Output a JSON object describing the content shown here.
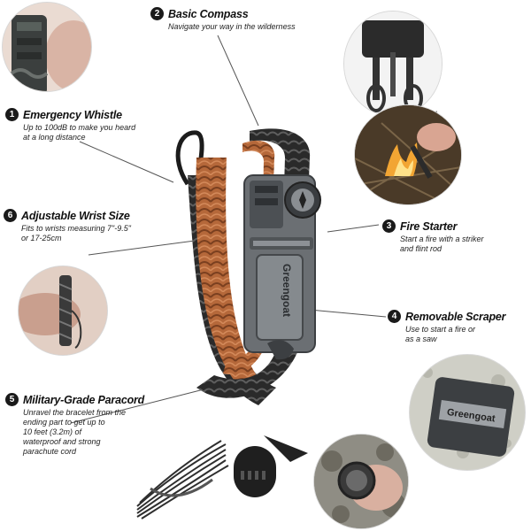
{
  "features": [
    {
      "id": "compass",
      "number": "2",
      "title": "Basic Compass",
      "desc": "Navigate your way in the wilderness"
    },
    {
      "id": "whistle",
      "number": "1",
      "title": "Emergency Whistle",
      "desc": "Up to 100dB to make you heard\nat a long distance"
    },
    {
      "id": "wrist",
      "number": "6",
      "title": "Adjustable Wrist Size",
      "desc": "Fits to wrists measuring 7\"-9.5\"\nor 17-25cm"
    },
    {
      "id": "fire",
      "number": "3",
      "title": "Fire Starter",
      "desc": "Start a fire with a striker\nand flint rod"
    },
    {
      "id": "scraper",
      "number": "4",
      "title": "Removable Scraper",
      "desc": "Use to start a fire or\nas a saw"
    },
    {
      "id": "paracord",
      "number": "5",
      "title": "Military-Grade Paracord",
      "desc": "Unravel the bracelet from the\nending part to get up to\n10 feet (3.2m) of\nwaterproof and strong\nparachute cord"
    }
  ],
  "product": {
    "brand_engraving": "Greengoat"
  },
  "colors": {
    "paracord_orange": "#b5683a",
    "paracord_black": "#2a2a2a",
    "buckle_gray": "#6b6f73",
    "number_badge": "#1a1a1a"
  }
}
